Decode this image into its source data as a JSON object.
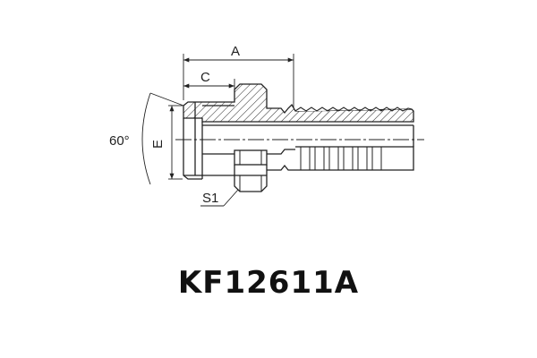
{
  "diagram": {
    "labels": {
      "dim_a": "A",
      "dim_c": "C",
      "dim_e": "E",
      "angle": "60°",
      "dim_s1": "S1"
    },
    "model_code": "KF12611A",
    "colors": {
      "line": "#222222",
      "hatch": "#222222",
      "background": "#ffffff",
      "text": "#111111"
    }
  }
}
